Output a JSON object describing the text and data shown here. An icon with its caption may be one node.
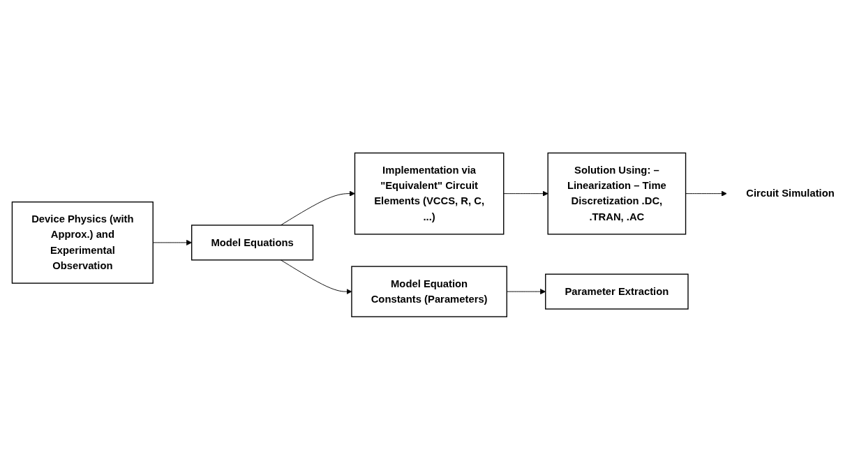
{
  "diagram": {
    "nodes": [
      {
        "text": [
          "Device Physics (with Approx.) and Experimental Observation"
        ]
      },
      {
        "text": [
          "Model Equations"
        ]
      },
      {
        "text": [
          "Implementation via \"Equivalent\" Circuit Elements (VCCS, R, C, ...)"
        ]
      },
      {
        "text": [
          "Solution Using: – Linearization – Time Discretization .DC, .TRAN, .AC"
        ]
      },
      {
        "text": [
          "Model Equation Constants (Parameters)"
        ]
      },
      {
        "text": [
          "Parameter Extraction"
        ]
      },
      {
        "text": [
          "Circuit Simulation"
        ]
      }
    ],
    "edges": [
      {
        "from": 0,
        "to": 1,
        "arrow": "to"
      },
      {
        "from": 1,
        "to": 2,
        "arrow": "to"
      },
      {
        "from": 2,
        "to": 3,
        "arrow": "to"
      },
      {
        "from": 1,
        "to": 4,
        "arrow": "to"
      },
      {
        "from": 4,
        "to": 5,
        "arrow": "to"
      },
      {
        "from": 3,
        "to": 6,
        "arrow": "to"
      }
    ]
  }
}
